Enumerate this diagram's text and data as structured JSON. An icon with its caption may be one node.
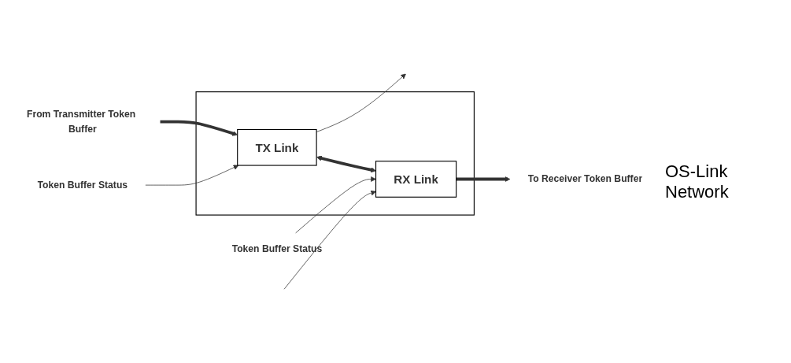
{
  "diagram": {
    "nodes": [
      {
        "text": [
          "From Transmitter Token Buffer"
        ]
      },
      {
        "text": [
          "Token Buffer Status"
        ]
      },
      {
        "text": [],
        "shape": "box"
      },
      {
        "text": [
          "TX Link"
        ],
        "in": 2
      },
      {
        "text": [
          "RX Link"
        ],
        "in": 2
      },
      {
        "text": [
          "To Receiver Token Buffer"
        ]
      },
      {
        "text": [
          "Token Buffer Status"
        ]
      }
    ],
    "edges": [
      {
        "from": 0,
        "to": 3,
        "arrow": "to",
        "style": "thick"
      },
      {
        "from": 1,
        "to": 3,
        "arrow": "to"
      },
      {
        "from": 3,
        "to": null,
        "arrow": "to"
      },
      {
        "from": 3,
        "to": 4,
        "arrow": "both",
        "style": "thick"
      },
      {
        "from": 4,
        "to": 5,
        "arrow": "to",
        "style": "thick"
      },
      {
        "from": 6,
        "to": 4,
        "arrow": "to"
      },
      {
        "from": null,
        "to": 4,
        "arrow": "to"
      }
    ],
    "labels": [
      "OS-Link Network"
    ]
  }
}
